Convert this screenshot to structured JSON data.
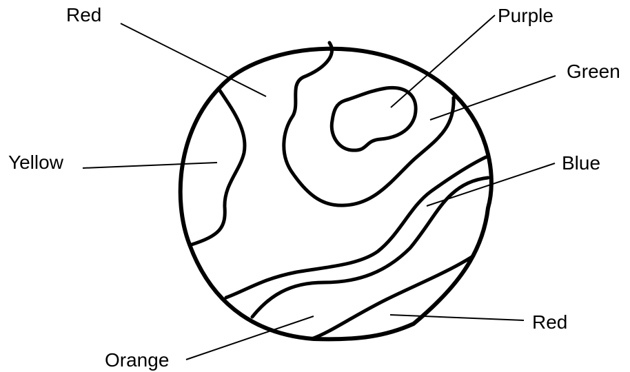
{
  "labels": [
    {
      "id": "red-top",
      "text": "Red"
    },
    {
      "id": "purple",
      "text": "Purple"
    },
    {
      "id": "green",
      "text": "Green"
    },
    {
      "id": "yellow",
      "text": "Yellow"
    },
    {
      "id": "blue",
      "text": "Blue"
    },
    {
      "id": "red-bottom",
      "text": "Red"
    },
    {
      "id": "orange",
      "text": "Orange"
    }
  ],
  "colors": {
    "line": "#000000",
    "background": "#ffffff"
  }
}
